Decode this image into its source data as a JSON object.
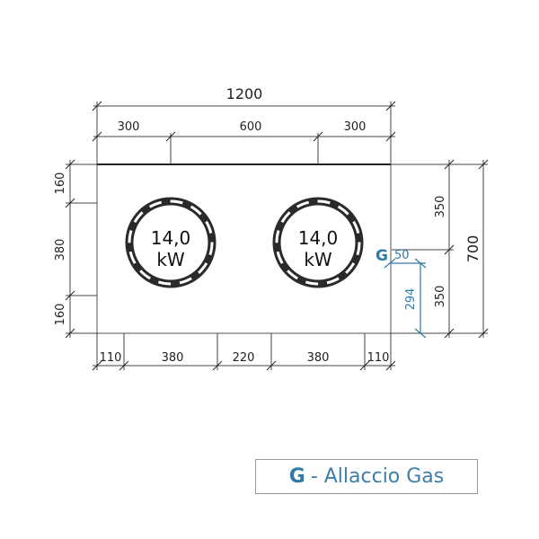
{
  "colors": {
    "gas": "#2f7ba6",
    "line": "#333333",
    "burner": "#2a2a2a"
  },
  "dimensions": {
    "total_width": "1200",
    "top": [
      "300",
      "600",
      "300"
    ],
    "left": [
      "160",
      "380",
      "160"
    ],
    "bottom": [
      "110",
      "380",
      "220",
      "380",
      "110"
    ],
    "right": [
      "350",
      "350"
    ],
    "total_depth": "700"
  },
  "burners": [
    {
      "power": "14,0",
      "unit": "kW"
    },
    {
      "power": "14,0",
      "unit": "kW"
    }
  ],
  "gas_connection": {
    "marker": "G",
    "offset_x": "50",
    "offset_y": "294"
  },
  "legend": {
    "marker": "G",
    "label": "- Allaccio Gas"
  }
}
